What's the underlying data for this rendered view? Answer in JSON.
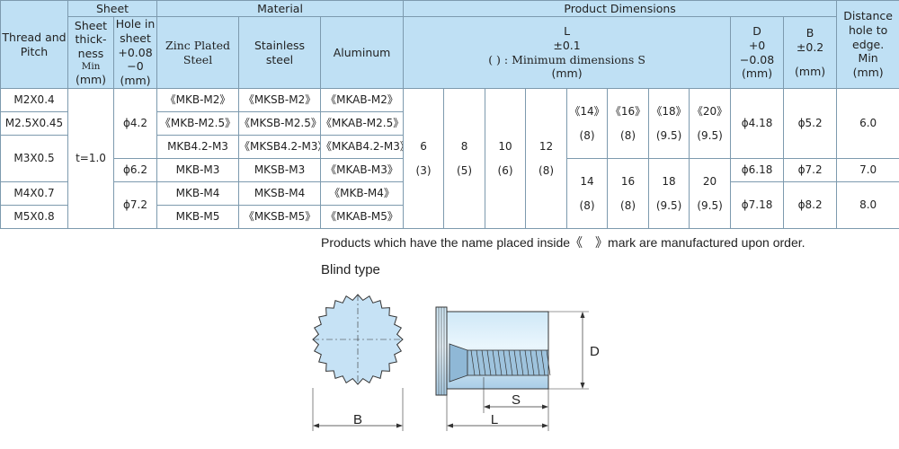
{
  "headers": {
    "thread": "Thread and Pitch",
    "sheet": "Sheet",
    "sheet_thickness": "Sheet thick-ness",
    "sheet_thickness_min": "Min",
    "sheet_thickness_unit": "(mm)",
    "hole_in_sheet": "Hole in sheet",
    "hole_tol_plus": "+0.08",
    "hole_tol_minus": "−0",
    "hole_unit": "(mm)",
    "material": "Material",
    "zinc": "Zinc Plated Steel",
    "stainless": "Stainless steel",
    "aluminum": "Aluminum",
    "product_dimensions": "Product Dimensions",
    "L": "L",
    "L_tol": "±0.1",
    "L_note": "( ) : Minimum dimensions S",
    "L_unit": "(mm)",
    "D": "D",
    "D_tol_plus": "+0",
    "D_tol_minus": "−0.08",
    "D_unit": "(mm)",
    "B": "B",
    "B_tol": "±0.2",
    "B_unit": "(mm)",
    "distance": "Distance hole to edge.",
    "distance_min": "Min",
    "distance_unit": "(mm)"
  },
  "rows": [
    {
      "thread": "M2X0.4",
      "zinc": "《MKB-M2》",
      "stainless": "《MKSB-M2》",
      "aluminum": "《MKAB-M2》"
    },
    {
      "thread": "M2.5X0.45",
      "zinc": "《MKB-M2.5》",
      "stainless": "《MKSB-M2.5》",
      "aluminum": "《MKAB-M2.5》"
    },
    {
      "thread": "M3X0.5",
      "zinc": "MKB4.2-M3",
      "stainless": "《MKSB4.2-M3》",
      "aluminum": "《MKAB4.2-M3》"
    },
    {
      "zinc": "MKB-M3",
      "stainless": "MKSB-M3",
      "aluminum": "《MKAB-M3》"
    },
    {
      "thread": "M4X0.7",
      "zinc": "MKB-M4",
      "stainless": "MKSB-M4",
      "aluminum": "《MKB-M4》"
    },
    {
      "thread": "M5X0.8",
      "zinc": "MKB-M5",
      "stainless": "《MKSB-M5》",
      "aluminum": "《MKAB-M5》"
    }
  ],
  "sheet_thickness_value": "t=1.0",
  "holes": [
    "ϕ4.2",
    "ϕ6.2",
    "ϕ7.2"
  ],
  "L_common": [
    {
      "L": "6",
      "S": "(3)"
    },
    {
      "L": "8",
      "S": "(5)"
    },
    {
      "L": "10",
      "S": "(6)"
    },
    {
      "L": "12",
      "S": "(8)"
    }
  ],
  "L_small": [
    {
      "L": "《14》",
      "S": "(8)"
    },
    {
      "L": "《16》",
      "S": "(8)"
    },
    {
      "L": "《18》",
      "S": "(9.5)"
    },
    {
      "L": "《20》",
      "S": "(9.5)"
    }
  ],
  "L_large": [
    {
      "L": "14",
      "S": "(8)"
    },
    {
      "L": "16",
      "S": "(8)"
    },
    {
      "L": "18",
      "S": "(9.5)"
    },
    {
      "L": "20",
      "S": "(9.5)"
    }
  ],
  "D_values": [
    "ϕ4.18",
    "ϕ6.18",
    "ϕ7.18"
  ],
  "B_values": [
    "ϕ5.2",
    "ϕ7.2",
    "ϕ8.2"
  ],
  "distance_values": [
    "6.0",
    "7.0",
    "8.0"
  ],
  "footnote": "Products which have the name placed inside《　》mark are manufactured upon order.",
  "blind_title": "Blind type",
  "drawing": {
    "B": "B",
    "D": "D",
    "S": "S",
    "L": "L"
  }
}
